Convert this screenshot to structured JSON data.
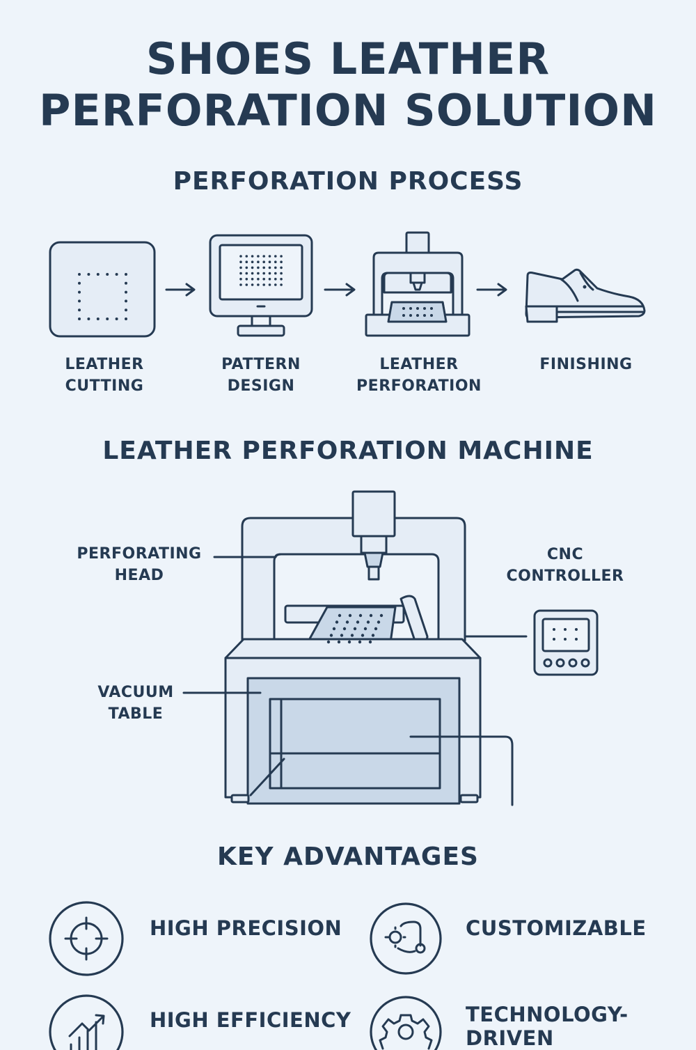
{
  "title_line1": "SHOES LEATHER",
  "title_line2": "PERFORATION SOLUTION",
  "process": {
    "title": "PERFORATION PROCESS",
    "steps": [
      {
        "line1": "LEATHER",
        "line2": "CUTTING",
        "icon": "leather-square-icon"
      },
      {
        "line1": "PATTERN",
        "line2": "DESIGN",
        "icon": "monitor-pattern-icon"
      },
      {
        "line1": "LEATHER",
        "line2": "PERFORATION",
        "icon": "perforation-machine-icon"
      },
      {
        "line1": "FINISHING",
        "line2": "",
        "icon": "shoe-icon"
      }
    ]
  },
  "machine": {
    "title": "LEATHER PERFORATION MACHINE",
    "labels": {
      "head_line1": "PERFORATING",
      "head_line2": "HEAD",
      "cnc_line1": "CNC",
      "cnc_line2": "CONTROLLER",
      "table_line1": "VACUUM",
      "table_line2": "TABLE"
    }
  },
  "advantages": {
    "title": "KEY ADVANTAGES",
    "items": [
      {
        "label": "HIGH PRECISION",
        "icon": "crosshair-icon"
      },
      {
        "label": "CUSTOMIZABLE",
        "icon": "customize-icon"
      },
      {
        "label": "HIGH EFFICIENCY",
        "icon": "growth-chart-icon"
      },
      {
        "label_line1": "TECHNOLOGY-",
        "label_line2": "DRIVEN",
        "icon": "gear-icon"
      }
    ]
  },
  "colors": {
    "background": "#eef4fa",
    "ink": "#253a52",
    "fill_light": "#e5edf6",
    "fill_dark": "#c9d8e8"
  }
}
